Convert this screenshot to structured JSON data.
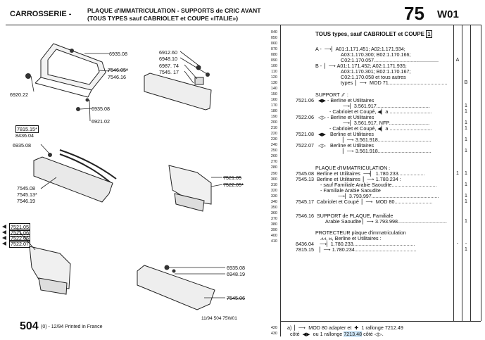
{
  "header": {
    "category": "CARROSSERIE -",
    "title_line1": "PLAQUE d'IMMATRICULATION - SUPPORTS de CRIC AVANT",
    "title_line2": "(TOUS TYPES sauf CABRIOLET et COUPE «ITALIE»)",
    "group_number": "75",
    "subgroup": "W01"
  },
  "row_numbers": [
    "040",
    "050",
    "060",
    "070",
    "080",
    "090",
    "100",
    "110",
    "120",
    "130",
    "140",
    "150",
    "160",
    "170",
    "180",
    "190",
    "200",
    "210",
    "220",
    "230",
    "240",
    "250",
    "260",
    "270",
    "280",
    "290",
    "300",
    "310",
    "320",
    "330",
    "340",
    "350",
    "360",
    "370",
    "380",
    "390",
    "400",
    "410"
  ],
  "footer_row_numbers": [
    "420",
    "430"
  ],
  "drawing_labels": {
    "p6935_08_top": "6935.08",
    "p7546_05": "7546.05*",
    "p7546_16": "7546.16",
    "p6920_22": "6920.22",
    "p6935_08_mid": "6935.08",
    "p6921_02": "6921.02",
    "p6912_60": "6912.60",
    "p6948_10": "6948.10",
    "p6987_74": "6987. 74",
    "p7545_17": "7545. 17",
    "p7815_15": "7815.15*",
    "p8436_04": "8436.04",
    "p6935_08_left": "6935.08",
    "p7545_08": "7545.08",
    "p7545_13": "7545.13*",
    "p7546_19": "7546.19",
    "p7521_05_r": "7521.05",
    "p7522_05_r": "7522.05*",
    "p7521_05_l": "7521.05",
    "p7521_06": "7521.06",
    "p7522_06": "7522.06",
    "p7522_07": "7522.07",
    "p6935_08_bot": "6935.08",
    "p6948_19": "6948.19",
    "p7545_06": "7545.06"
  },
  "parts_list": {
    "heading": "TOUS types, sauf CABRIOLET et COUPE",
    "heading_box": "1",
    "line_A1": "A -  ⟶▏A01:1.171.451; A02:1.171.934;",
    "line_A2": "A03:1.170.300; B02:1.170.166;",
    "line_A3": "C02:1.170.057..............................................",
    "code_A": "A",
    "line_B1": "B -  ▏⟶ A01:1.171.452; A02:1.171.935;",
    "line_B2": "A03:1.170.301; B02:1.170.167;",
    "line_B3": "C02:1.170.058 et tous autres",
    "line_B4": "types  ▏⟶  MOD 71..........................................",
    "code_B": "B",
    "support_heading": "SUPPORT  ⁄⁄  :",
    "l170": "7521.06   ◀▶ - Berline et Utilitaires",
    "l180": "⟶▏3.561.917......................................",
    "l190": "- Cabriolet et Coupé, ◀▏a ..............................",
    "l200": "7522.06   ◁▷ - Berline et Utilitaires",
    "l210": "⟶▏3.561.917, NFP.............................",
    "l220": "- Cabriolet et Coupé, ◀▏a ..............................",
    "l230": "7521.08   ◀▶   Berline et Utilitaires",
    "l240": "▏⟶ 3.561.918......................................",
    "l250": "7522.07   ◁▷   Berline et Utilitaires",
    "l260": "▏⟶ 3.561.918......................................",
    "plaque_heading": "PLAQUE d'IMMATRICULATION :",
    "l290": "7545.08  Berline et Utilitaires  ⟶▏ 1.780.233...................",
    "l300": "7545.13  Berline et Utilitaires  ▏⟶ 1.780.234 :",
    "l310": "- sauf Familiale Arabie Saoudite................................",
    "l320": "- Familiale Arabie Saoudite",
    "l330": "⟶▏3.793.997................................................",
    "l340": "7545.17  Cabriolet et Coupé  ▏⟶  MOD 80...........................",
    "l360": "7546.16  SUPPORT de PLAQUE, Familiale",
    "l370": "Arabie Saoudite ▏⟶ 3.793.998...................................",
    "protecteur_heading": "PROTECTEUR plaque d'immatriculation",
    "l390": "⩘⩘, ⋈, Berline et Utilitaires :",
    "l400": "8436.04    ⟶▏1.780.233............................................",
    "l410": "7815.15    ▏⟶ 1.780.234............................................",
    "qty_1": "1",
    "qty_dash": "-",
    "note_a_1": "a)  ▏⟶  MOD 80 adapter et  ✚  1 rallonge 7212.49",
    "note_a_2_pre": "côté  ◀▶  ou 1 rallonge ",
    "note_a_2_hl": "7213.48",
    "note_a_2_post": " côté ◁▷."
  },
  "footer": {
    "code": "11/94  504  75W01",
    "model": "504",
    "printed": "(0) - 12/94 Printed in France"
  }
}
